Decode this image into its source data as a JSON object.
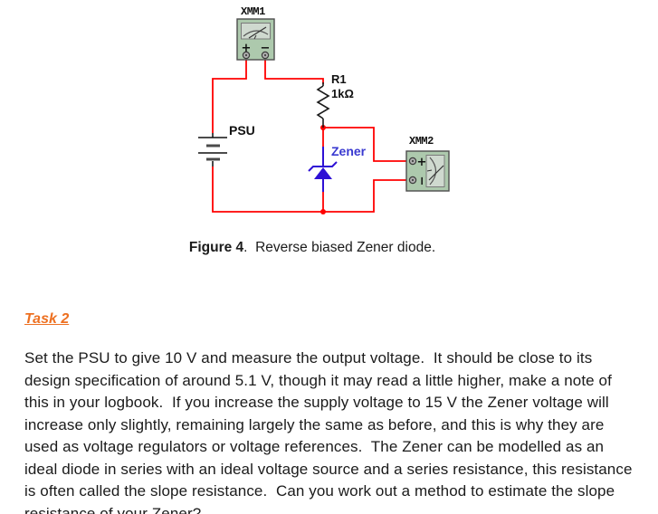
{
  "schematic": {
    "components": {
      "xmm1": {
        "label": "XMM1",
        "plus": "+",
        "minus": "−"
      },
      "xmm2": {
        "label": "XMM2",
        "plus": "+",
        "minus": "−"
      },
      "r1": {
        "ref": "R1",
        "value": "1kΩ"
      },
      "psu": {
        "label": "PSU"
      },
      "zener": {
        "label": "Zener"
      }
    },
    "colors": {
      "wire": "#ff0000",
      "junction": "#ff0000",
      "zener_symbol": "#2e10d5",
      "zener_label": "#3939d0",
      "meter_body": "#adc9ad",
      "meter_display": "#cfd9cf",
      "component_stroke": "#1a1a1a"
    }
  },
  "caption": {
    "bold": "Figure 4",
    "rest": ".  Reverse biased Zener diode."
  },
  "task": {
    "heading": "Task 2",
    "heading_color": "#ed7021",
    "body": "Set the PSU to give 10 V and measure the output voltage.  It should be close to its design specification of around 5.1 V, though it may read a little higher, make a note of this in your logbook.  If you increase the supply voltage to 15 V the Zener voltage will increase only slightly, remaining largely the same as before, and this is why they are used as voltage regulators or voltage references.  The Zener can be modelled as an ideal diode in series with an ideal voltage source and a series resistance, this resistance is often called the slope resistance.  Can you work out a method to estimate the slope resistance of your Zener?"
  }
}
